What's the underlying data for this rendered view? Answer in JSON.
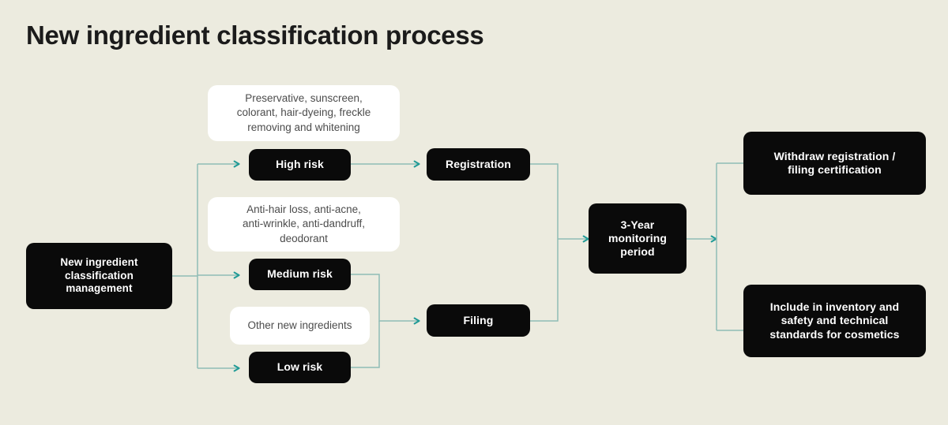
{
  "page": {
    "title": "New ingredient classification process",
    "background_color": "#ecebdf",
    "edge_color": "#8fbcb6",
    "arrow_color": "#1f9a96",
    "dark_node_color": "#0a0a0a",
    "light_node_color": "#ffffff"
  },
  "nodes": {
    "start": {
      "label": "New ingredient\nclassification\nmanagement",
      "style": "dark"
    },
    "info_high": {
      "label": "Preservative, sunscreen,\ncolorant, hair-dyeing, freckle\nremoving and whitening",
      "style": "light"
    },
    "info_medium": {
      "label": "Anti-hair loss, anti-acne,\nanti-wrinkle, anti-dandruff,\ndeodorant",
      "style": "light"
    },
    "info_low": {
      "label": "Other new ingredients",
      "style": "light"
    },
    "high_risk": {
      "label": "High risk",
      "style": "dark"
    },
    "medium_risk": {
      "label": "Medium risk",
      "style": "dark"
    },
    "low_risk": {
      "label": "Low risk",
      "style": "dark"
    },
    "registration": {
      "label": "Registration",
      "style": "dark"
    },
    "filing": {
      "label": "Filing",
      "style": "dark"
    },
    "monitoring": {
      "label": "3-Year\nmonitoring\nperiod",
      "style": "dark"
    },
    "withdraw": {
      "label": "Withdraw registration /\nfiling certification",
      "style": "dark"
    },
    "include": {
      "label": "Include in inventory and\nsafety and technical\nstandards for cosmetics",
      "style": "dark"
    }
  },
  "edges": [
    {
      "from": "start",
      "to": "high_risk",
      "arrow": true
    },
    {
      "from": "start",
      "to": "medium_risk",
      "arrow": true
    },
    {
      "from": "start",
      "to": "low_risk",
      "arrow": true
    },
    {
      "from": "high_risk",
      "to": "registration",
      "arrow": true
    },
    {
      "from": "medium_risk",
      "to": "filing",
      "arrow": true
    },
    {
      "from": "low_risk",
      "to": "filing",
      "arrow": true
    },
    {
      "from": "registration",
      "to": "monitoring",
      "arrow": true
    },
    {
      "from": "filing",
      "to": "monitoring",
      "arrow": true
    },
    {
      "from": "monitoring",
      "to": "withdraw",
      "arrow": false
    },
    {
      "from": "monitoring",
      "to": "include",
      "arrow": false
    }
  ]
}
